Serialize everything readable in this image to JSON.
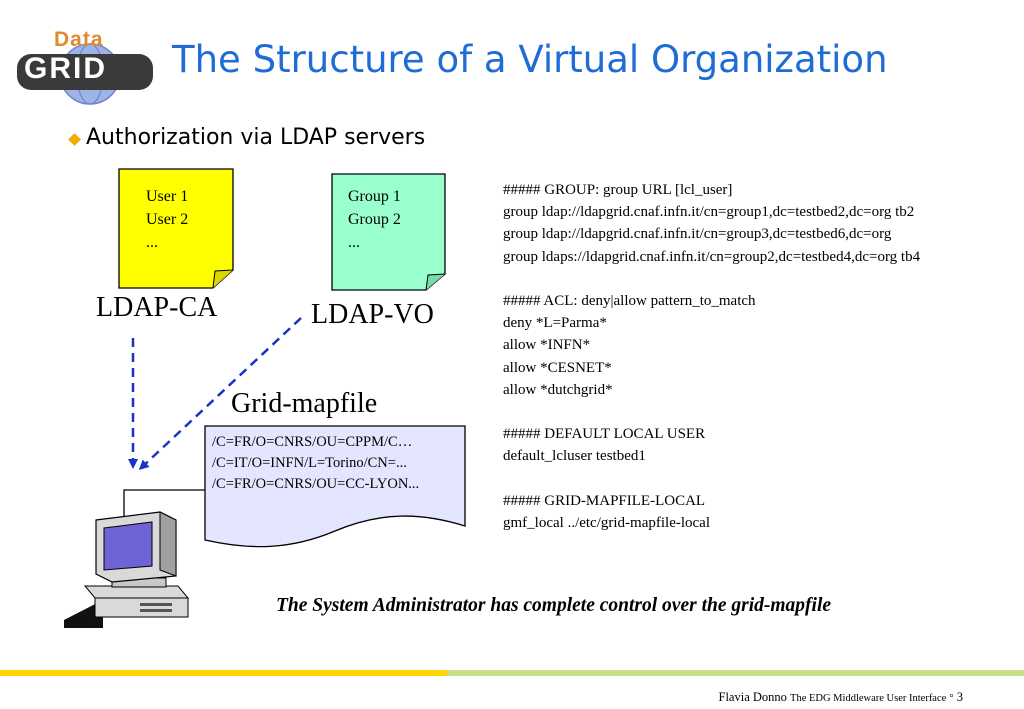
{
  "logo": {
    "top_word": "Data",
    "bottom_word": "GRID",
    "icon": "datagrid-globe-logo"
  },
  "title": "The Structure of a Virtual Organization",
  "bullet": "Authorization via LDAP servers",
  "ldap_ca": {
    "lines": [
      "User 1",
      "User 2",
      "..."
    ],
    "label": "LDAP-CA"
  },
  "ldap_vo": {
    "lines": [
      "Group 1",
      "Group 2",
      "..."
    ],
    "label": "LDAP-VO"
  },
  "gridmapfile": {
    "label": "Grid-mapfile",
    "lines": [
      "/C=FR/O=CNRS/OU=CPPM/C…",
      "/C=IT/O=INFN/L=Torino/CN=...",
      "/C=FR/O=CNRS/OU=CC-LYON..."
    ]
  },
  "config_lines": [
    "##### GROUP: group URL [lcl_user]",
    "group ldap://ldapgrid.cnaf.infn.it/cn=group1,dc=testbed2,dc=org  tb2",
    "group ldap://ldapgrid.cnaf.infn.it/cn=group3,dc=testbed6,dc=org",
    "group ldaps://ldapgrid.cnaf.infn.it/cn=group2,dc=testbed4,dc=org tb4",
    "",
    "##### ACL: deny|allow pattern_to_match",
    "deny  *L=Parma*",
    "allow *INFN*",
    "allow *CESNET*",
    "allow *dutchgrid*",
    "",
    "##### DEFAULT LOCAL USER",
    "default_lcluser testbed1",
    "",
    "##### GRID-MAPFILE-LOCAL",
    "gmf_local ../etc/grid-mapfile-local"
  ],
  "statement": "The System Administrator has complete control over the grid-mapfile",
  "footer": {
    "author": "Flavia Donno",
    "doc": "The EDG Middleware User Interface",
    "separator": "°",
    "page": "3"
  },
  "colors": {
    "title": "#1f6cd6",
    "bullet": "#f2a900",
    "ca_note": "#ffff00",
    "vo_note": "#99ffcc",
    "mapfile": "#e4e6ff",
    "arrow": "#1b33c4",
    "footer_left": "#ffd400",
    "footer_right": "#c6e08a"
  }
}
